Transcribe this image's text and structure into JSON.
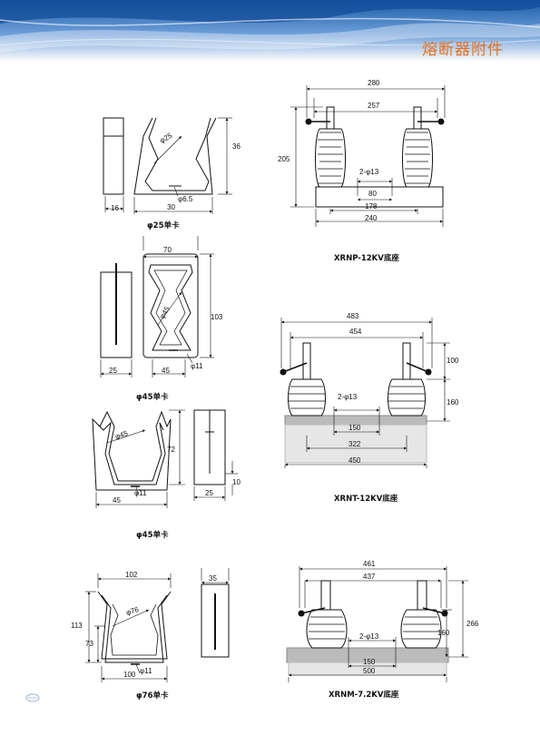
{
  "header": {
    "title": "熔断器附件",
    "colors": {
      "band_dark": "#1a5aa8",
      "band_light": "#a9c8ec",
      "title": "#e8701e"
    }
  },
  "drawings": {
    "clip25": {
      "caption": "φ25单卡",
      "d_width": "30",
      "d_height": "36",
      "d_side": "16",
      "d_dia": "φ25",
      "d_hole": "φ6.5"
    },
    "clip45a": {
      "caption": "φ45单卡",
      "d_width": "70",
      "d_height": "103",
      "d_side": "25",
      "d_base": "45",
      "d_dia": "φ45",
      "d_hole": "φ11"
    },
    "clip45b": {
      "caption": "φ45单卡",
      "d_height": "72",
      "d_base": "45",
      "d_side": "25",
      "d_slot": "10",
      "d_dia": "φ45",
      "d_hole": "φ11"
    },
    "clip76": {
      "caption": "φ76单卡",
      "d_top": "102",
      "d_side": "35",
      "d_height": "113",
      "d_inner": "73",
      "d_base": "100",
      "d_dia": "φ76",
      "d_hole": "φ11"
    },
    "xrnp": {
      "caption": "XRNP-12KV底座",
      "d_280": "280",
      "d_257": "257",
      "d_205": "205",
      "d_holes": "2-φ13",
      "d_80": "80",
      "d_178": "178",
      "d_240": "240"
    },
    "xrnt": {
      "caption": "XRNT-12KV底座",
      "d_483": "483",
      "d_454": "454",
      "d_100": "100",
      "d_160": "160",
      "d_holes": "2-φ13",
      "d_150": "150",
      "d_322": "322",
      "d_450": "450"
    },
    "xrnm": {
      "caption": "XRNM-7.2KV底座",
      "d_461": "461",
      "d_437": "437",
      "d_266": "266",
      "d_160": "160",
      "d_holes": "2-φ13",
      "d_150": "150",
      "d_500": "500"
    }
  }
}
